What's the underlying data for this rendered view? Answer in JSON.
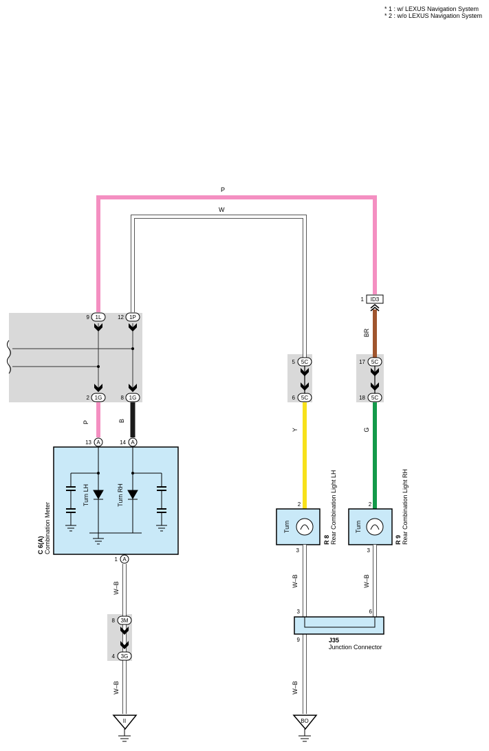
{
  "notes": [
    "* 1 : w/ LEXUS Navigation System",
    "* 2 : w/o LEXUS Navigation System"
  ],
  "wire_colors": {
    "P": "P",
    "W": "W",
    "B": "B",
    "Y": "Y",
    "G": "G",
    "BR": "BR",
    "WB": "W–B"
  },
  "colors": {
    "pink": "#f48fc1",
    "white_wire": "#ffffff",
    "black": "#1a1a1a",
    "yellow": "#f7e11a",
    "green": "#139a4a",
    "brown": "#a0552e",
    "component_fill": "#c9e9f8",
    "shade": "#d9d9d9"
  },
  "connectors": {
    "top_left_1": {
      "pin": "9",
      "code": "1L"
    },
    "top_left_2": {
      "pin": "12",
      "code": "1P"
    },
    "bottom_left_1": {
      "pin": "2",
      "code": "1G"
    },
    "bottom_left_2": {
      "pin": "8",
      "code": "1G"
    },
    "mid_1_top": {
      "pin": "5",
      "code": "5C"
    },
    "mid_1_bottom": {
      "pin": "6",
      "code": "5C"
    },
    "mid_2_top": {
      "pin": "17",
      "code": "5C"
    },
    "mid_2_bottom": {
      "pin": "18",
      "code": "5C"
    },
    "id3": {
      "pin": "1",
      "code": "ID3"
    },
    "meter_13": {
      "pin": "13",
      "code": "A"
    },
    "meter_14": {
      "pin": "14",
      "code": "A"
    },
    "meter_1": {
      "pin": "1",
      "code": "A"
    },
    "lower_top": {
      "pin": "8",
      "code": "3M"
    },
    "lower_bottom": {
      "pin": "4",
      "code": "3G"
    }
  },
  "meter": {
    "id": "C 6(A)",
    "name": "Combination Meter",
    "turn_lh": "Turn LH",
    "turn_rh": "Turn RH"
  },
  "lamp_lh": {
    "id": "R 8",
    "name": "Rear Combination Light LH",
    "label": "Turn",
    "pin_in": "2",
    "pin_out": "3"
  },
  "lamp_rh": {
    "id": "R 9",
    "name": "Rear Combination Light RH",
    "label": "Turn",
    "pin_in": "2",
    "pin_out": "3"
  },
  "junction": {
    "id": "J35",
    "name": "Junction Connector",
    "pin_a": "3",
    "pin_b": "6",
    "pin_c": "9"
  },
  "grounds": {
    "left": "II",
    "right": "BO"
  }
}
